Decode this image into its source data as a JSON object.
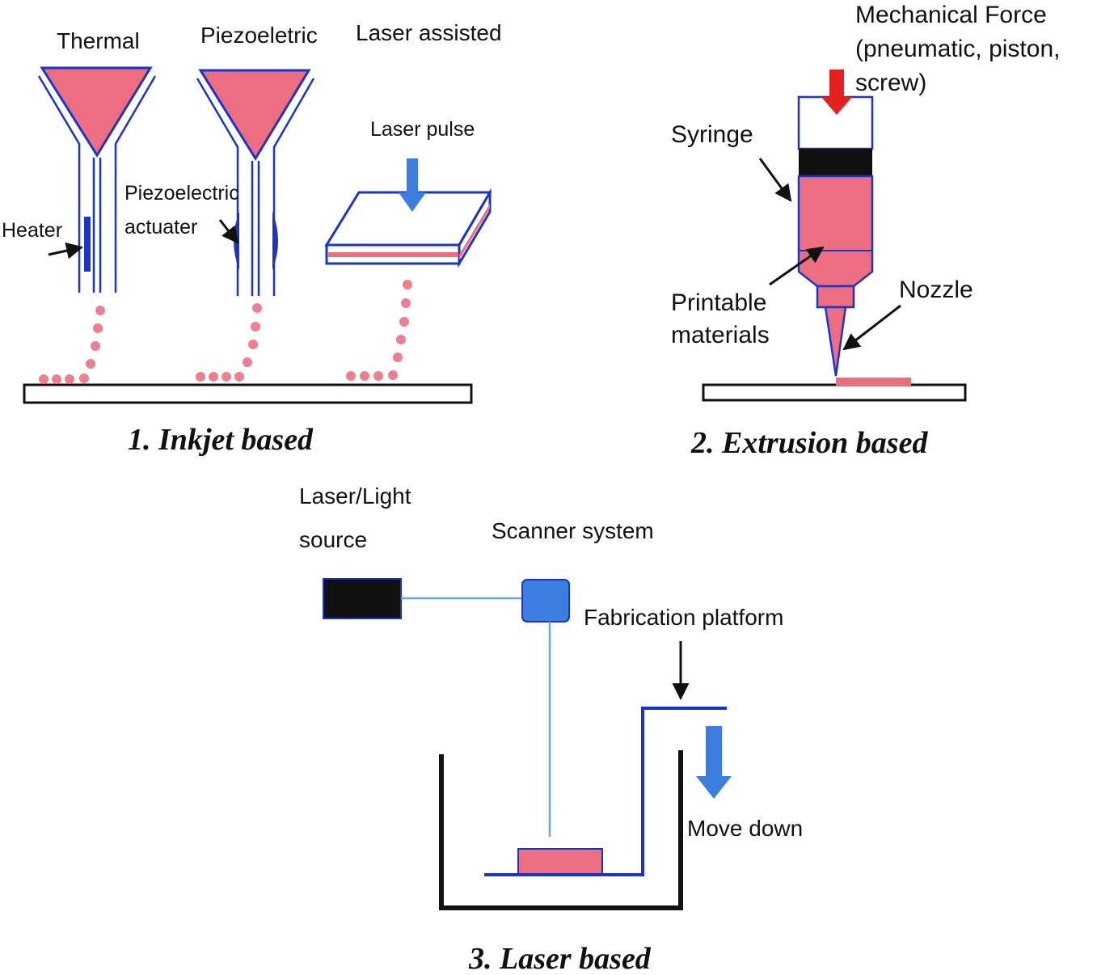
{
  "colors": {
    "ink_pink": "#ec6e80",
    "dot_pink": "#ee7f90",
    "nozzle_blue": "#1a35c8",
    "arrow_blue": "#3c7ee0",
    "force_red": "#e3201c",
    "beam_blue": "#6aa6dd",
    "black": "#111111"
  },
  "inkjet": {
    "label_thermal": "Thermal",
    "label_piezo": "Piezoeletric",
    "label_laser": "Laser assisted",
    "label_laser_pulse": "Laser pulse",
    "label_heater": "Heater",
    "label_piezo_actuator_line1": "Piezoelectric",
    "label_piezo_actuator_line2": "actuater",
    "caption": "1. Inkjet based"
  },
  "extrusion": {
    "label_force_line1": "Mechanical Force",
    "label_force_line2": "(pneumatic, piston,",
    "label_force_line3": "screw)",
    "label_syringe": "Syringe",
    "label_materials_line1": "Printable",
    "label_materials_line2": "materials",
    "label_nozzle": "Nozzle",
    "caption": "2. Extrusion based"
  },
  "laser": {
    "label_source_line1": "Laser/Light",
    "label_source_line2": "source",
    "label_scanner": "Scanner system",
    "label_platform": "Fabrication platform",
    "label_move_down": "Move down",
    "caption": "3. Laser based"
  }
}
